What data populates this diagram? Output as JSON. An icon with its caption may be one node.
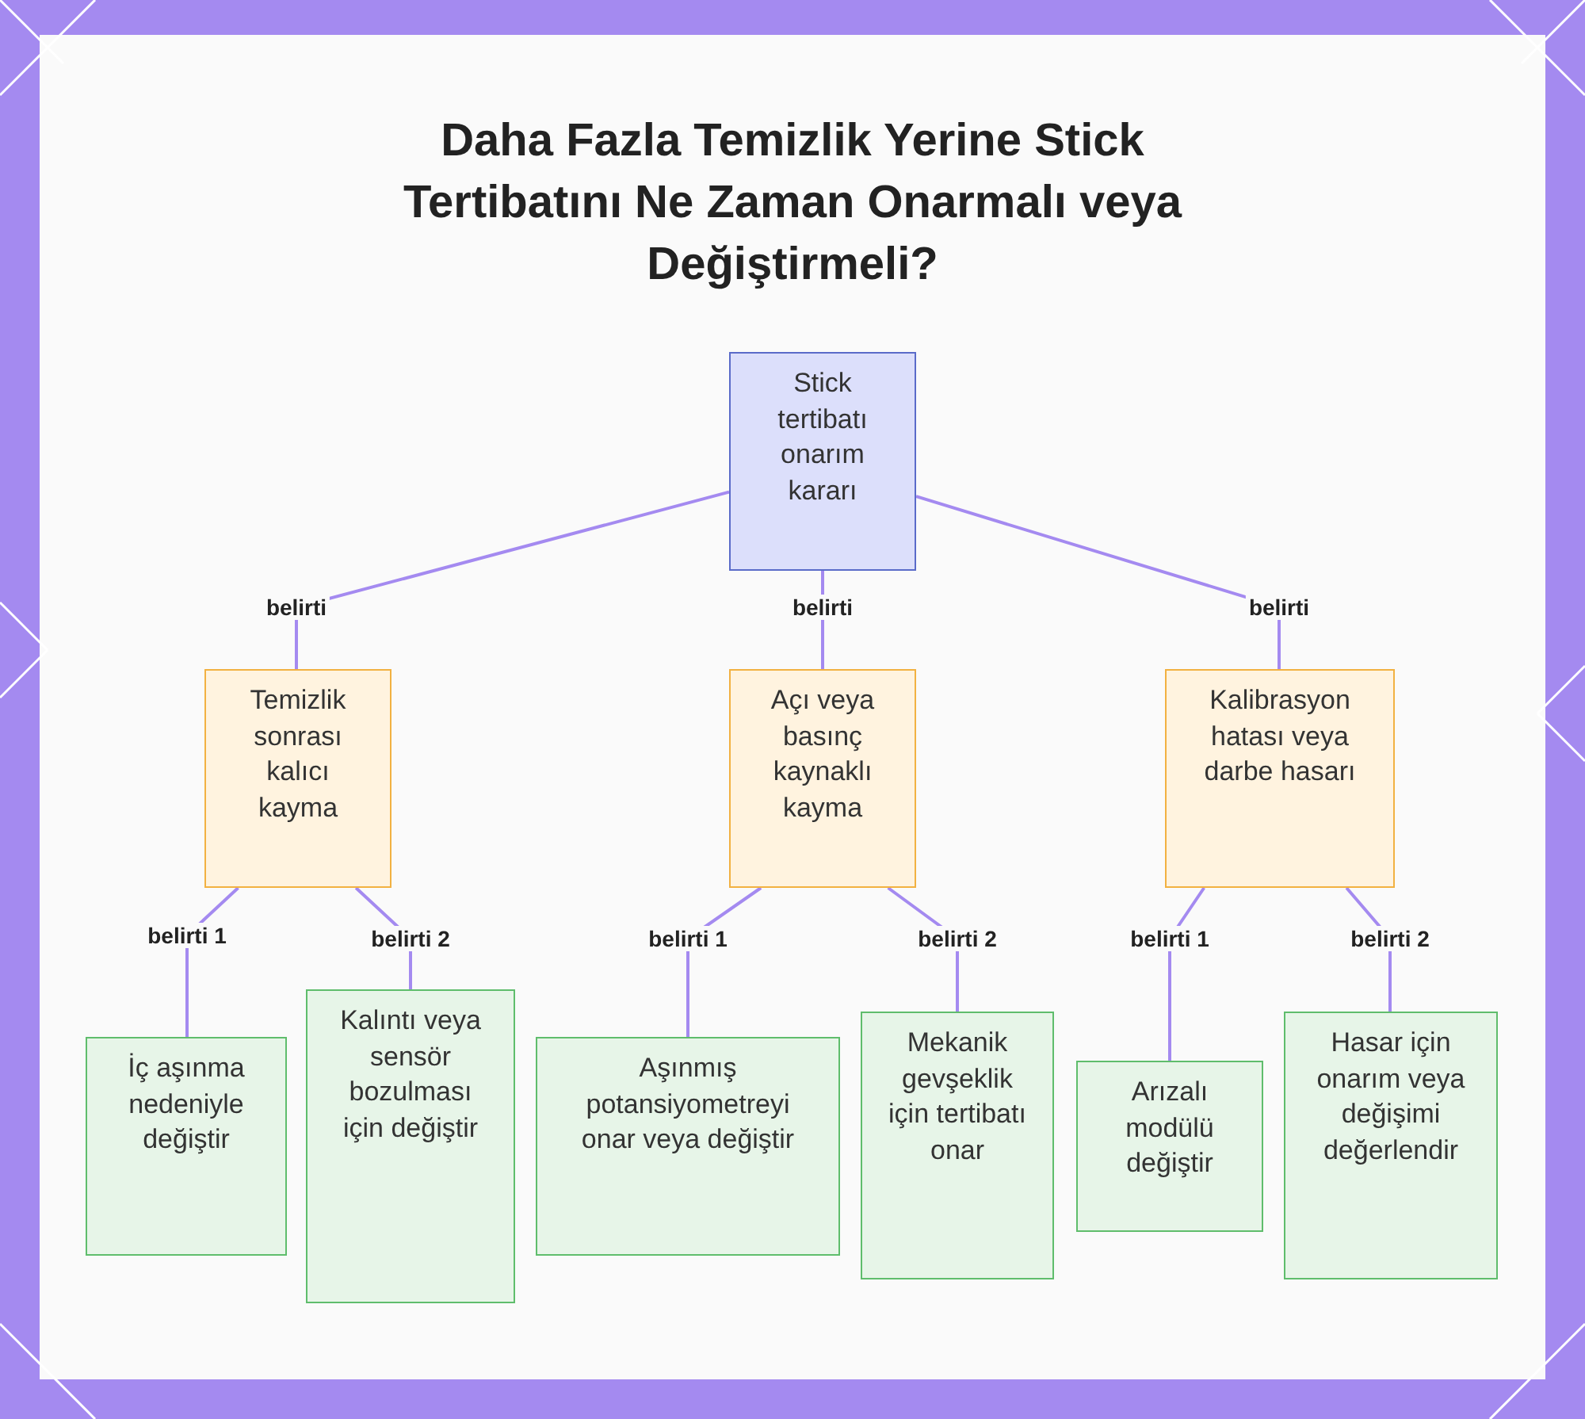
{
  "diagram": {
    "title": "Daha Fazla Temizlik Yerine Stick Tertibatını Ne Zaman Onarmalı veya Değiştirmeli?",
    "nodes": [
      {
        "text": [
          "Stick tertibatı onarım kararı"
        ]
      },
      {
        "text": [
          "Temizlik sonrası kalıcı kayma"
        ]
      },
      {
        "text": [
          "Açı veya basınç kaynaklı kayma"
        ]
      },
      {
        "text": [
          "Kalibrasyon hatası veya darbe hasarı"
        ]
      },
      {
        "text": [
          "İç aşınma nedeniyle değiştir"
        ]
      },
      {
        "text": [
          "Kalıntı veya sensör bozulması için değiştir"
        ]
      },
      {
        "text": [
          "Aşınmış potansiyometreyi onar veya değiştir"
        ]
      },
      {
        "text": [
          "Mekanik gevşeklik için tertibatı onar"
        ]
      },
      {
        "text": [
          "Arızalı modülü değiştir"
        ]
      },
      {
        "text": [
          "Hasar için onarım veya değişimi değerlendir"
        ]
      }
    ],
    "edges": [
      {
        "from": 0,
        "to": 1,
        "arrow": "none",
        "label": "belirti"
      },
      {
        "from": 0,
        "to": 2,
        "arrow": "none",
        "label": "belirti"
      },
      {
        "from": 0,
        "to": 3,
        "arrow": "none",
        "label": "belirti"
      },
      {
        "from": 1,
        "to": 4,
        "arrow": "none",
        "label": "belirti 1"
      },
      {
        "from": 1,
        "to": 5,
        "arrow": "none",
        "label": "belirti 2"
      },
      {
        "from": 2,
        "to": 6,
        "arrow": "none",
        "label": "belirti 1"
      },
      {
        "from": 2,
        "to": 7,
        "arrow": "none",
        "label": "belirti 2"
      },
      {
        "from": 3,
        "to": 8,
        "arrow": "none",
        "label": "belirti 1"
      },
      {
        "from": 3,
        "to": 9,
        "arrow": "none",
        "label": "belirti 2"
      }
    ]
  }
}
